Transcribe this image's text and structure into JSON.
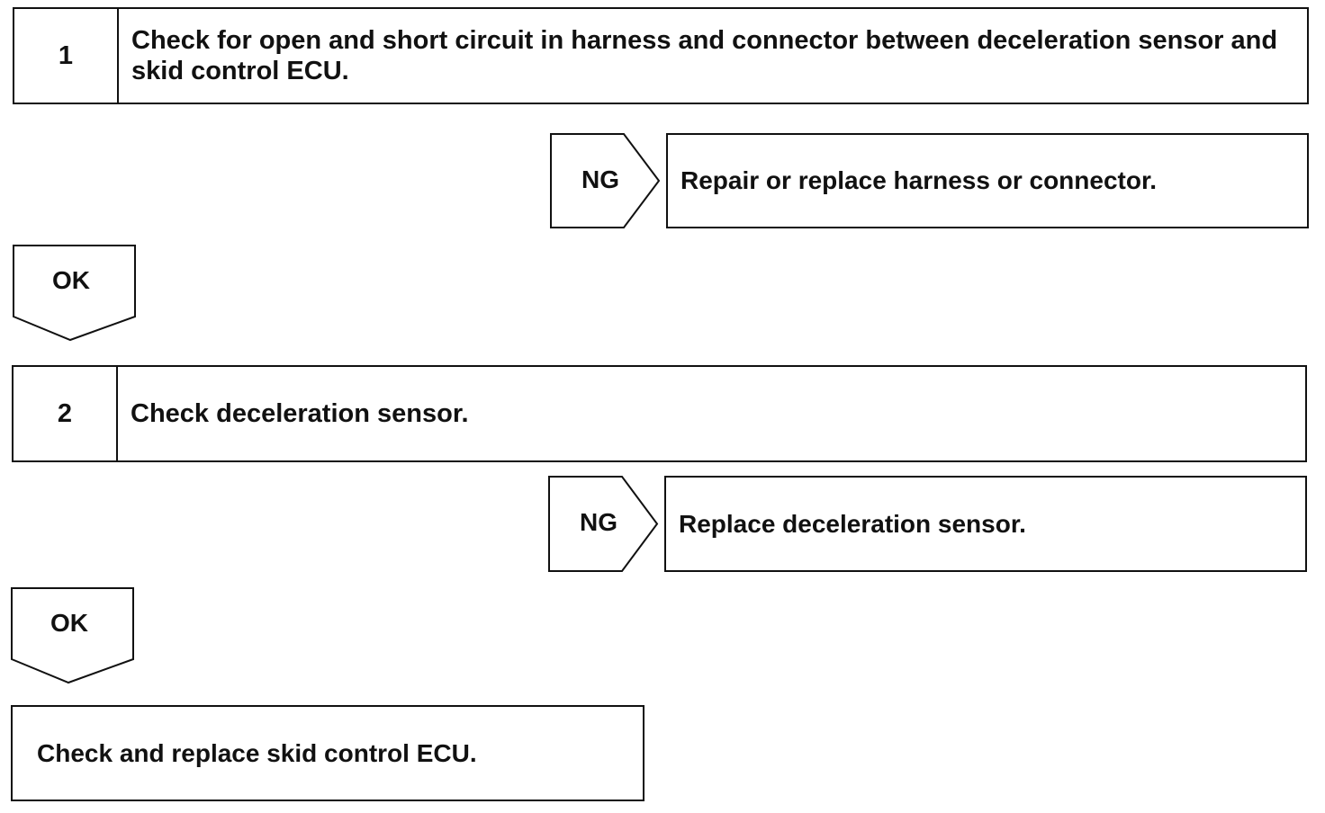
{
  "step1": {
    "number": "1",
    "text": "Check for open and short circuit in harness and connector between deceleration sensor and skid control ECU."
  },
  "ng1": {
    "label": "NG",
    "action": "Repair or replace harness or connector."
  },
  "ok1": {
    "label": "OK"
  },
  "step2": {
    "number": "2",
    "text": "Check deceleration sensor."
  },
  "ng2": {
    "label": "NG",
    "action": "Replace deceleration sensor."
  },
  "ok2": {
    "label": "OK"
  },
  "final": {
    "text": "Check and replace skid control ECU."
  }
}
